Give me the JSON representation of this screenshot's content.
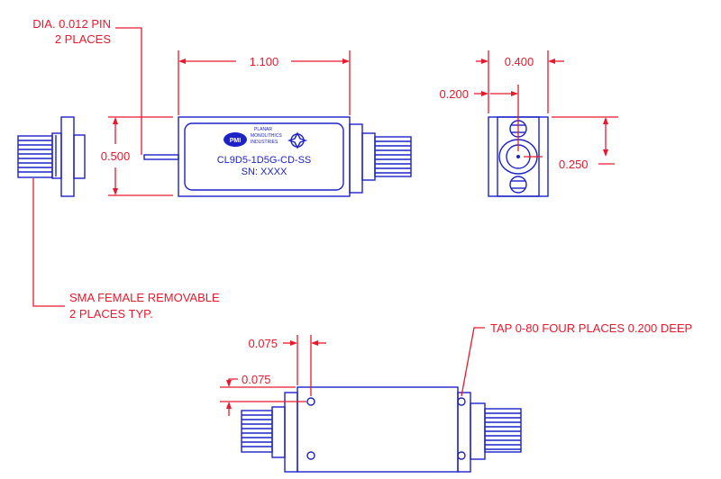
{
  "labels": {
    "pin_note_line1": "DIA. 0.012 PIN",
    "pin_note_line2": "2 PLACES",
    "length": "1.100",
    "height": "0.500",
    "width": "0.400",
    "side_offset": "0.200",
    "connector_height": "0.250",
    "sma_note_line1": "SMA FEMALE REMOVABLE",
    "sma_note_line2": "2 PLACES TYP.",
    "tap_note": "TAP 0-80 FOUR PLACES 0.200 DEEP",
    "hole_offset_x": "0.075",
    "hole_offset_y": "0.075"
  },
  "body_label": {
    "part_number": "CL9D5-1D5G-CD-SS",
    "serial": "SN: XXXX",
    "logo_line1": "PLANAR",
    "logo_line2": "MONOLITHICS",
    "logo_line3": "INDUSTRIES",
    "logo_badge": "PMI"
  },
  "colors": {
    "dimension": "#e8192c",
    "outline": "#1c22c8"
  }
}
